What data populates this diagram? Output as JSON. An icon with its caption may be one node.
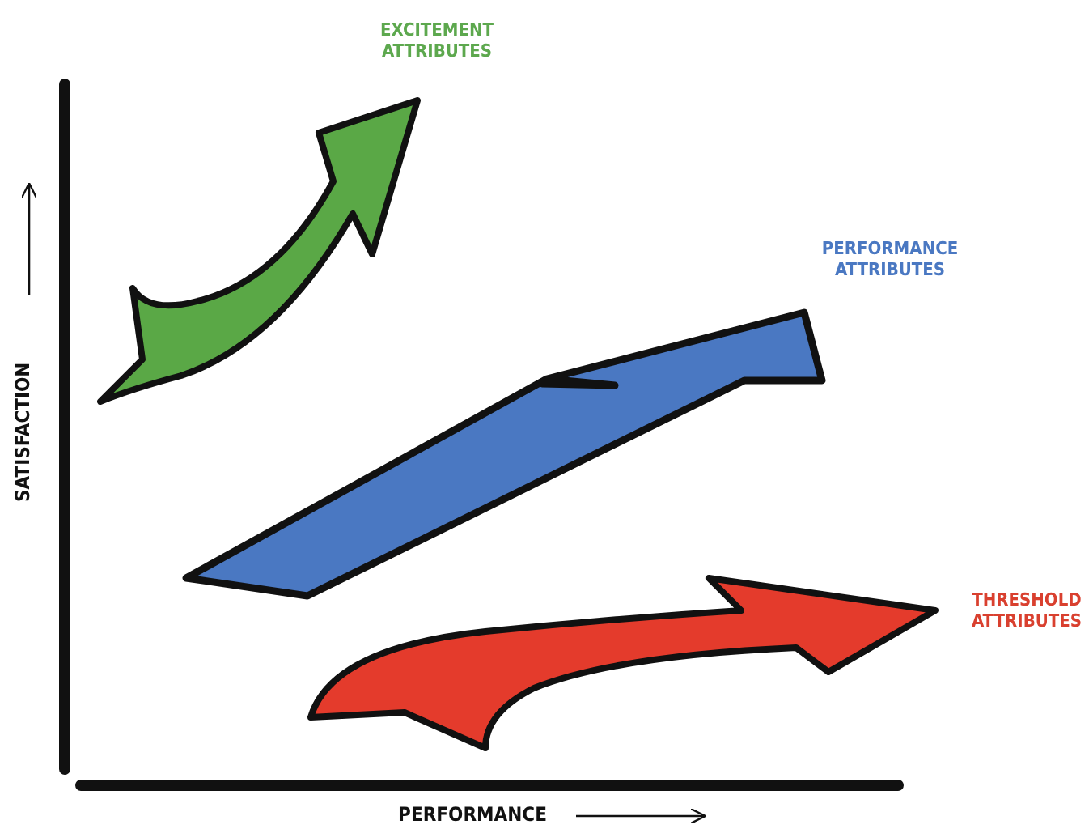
{
  "diagram": {
    "labels": [
      "EXCITEMENT ATTRIBUTES",
      "PERFORMANCE ATTRIBUTES",
      "SATISFACTION",
      "THRESHOLD ATTRIBUTES",
      "PERFORMANCE"
    ]
  }
}
